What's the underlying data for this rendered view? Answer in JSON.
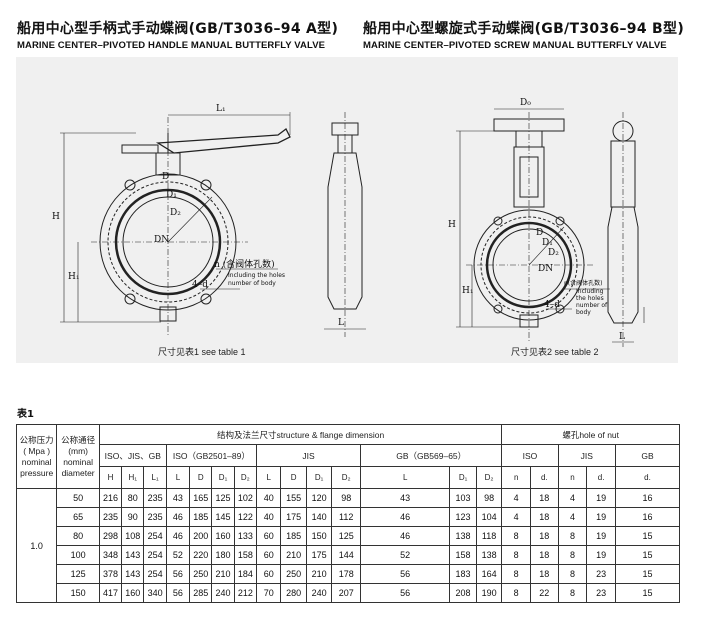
{
  "header_a": {
    "title_cn": "船用中心型手柄式手动蝶阀(GB/T3036–94 A型)",
    "title_en": "MARINE CENTER–PIVOTED HANDLE MANUAL BUTTERFLY VALVE"
  },
  "header_b": {
    "title_cn": "船用中心型螺旋式手动蝶阀(GB/T3036–94 B型)",
    "title_en": "MARINE CENTER–PIVOTED SCREW MANUAL BUTTERFLY VALVE"
  },
  "drawing": {
    "caption_1": "尺寸见表1 see table 1",
    "caption_2": "尺寸见表2 see table 2",
    "labels_a": {
      "L1": "L₁",
      "H": "H",
      "H1": "H₁",
      "D": "D",
      "D1": "D₁",
      "D2": "D₂",
      "DN": "DN",
      "n_note": "n (含阀体孔数)",
      "incl1": "Including the holes",
      "incl2": "number of body",
      "bolt": "4–d",
      "L": "L"
    },
    "labels_b": {
      "D0": "D₀",
      "H": "H",
      "H1": "H₁",
      "D": "D",
      "D1": "D₁",
      "D2": "D₂",
      "DN": "DN",
      "n_note": "n(含阀体孔数)",
      "incl1": "Including",
      "incl2": "the holes",
      "incl3": "number of",
      "incl4": "body",
      "bolt": "4–d",
      "L": "L"
    }
  },
  "table": {
    "label": "表1",
    "head": {
      "pressure": "公称压力",
      "pressure_unit": "( Mpa )",
      "pressure_en1": "nominal",
      "pressure_en2": "pressure",
      "dia": "公称通径",
      "dia_unit": "(mm)",
      "dia_en1": "nominal",
      "dia_en2": "diameter",
      "structure": "结构及法兰尺寸structure & flange dimension",
      "hole": "螺孔hole of nut",
      "iso_jis_gb": "ISO、JIS、GB",
      "iso_gb2501": "ISO（GB2501–89）",
      "jis": "JIS",
      "gb569": "GB（GB569–65）",
      "iso": "ISO",
      "jis2": "JIS",
      "gb": "GB",
      "cols": [
        "H",
        "H₁",
        "L₁",
        "L",
        "D",
        "D₁",
        "D₂",
        "L",
        "D",
        "D₁",
        "D₂",
        "L",
        "D₁",
        "D₂",
        "n",
        "d.",
        "n",
        "d.",
        "d."
      ]
    },
    "pressure_value": "1.0",
    "rows": [
      {
        "dn": "50",
        "v": [
          "216",
          "80",
          "235",
          "43",
          "165",
          "125",
          "102",
          "40",
          "155",
          "120",
          "98",
          "43",
          "103",
          "98",
          "4",
          "18",
          "4",
          "19",
          "16"
        ]
      },
      {
        "dn": "65",
        "v": [
          "235",
          "90",
          "235",
          "46",
          "185",
          "145",
          "122",
          "40",
          "175",
          "140",
          "112",
          "46",
          "123",
          "104",
          "4",
          "18",
          "4",
          "19",
          "16"
        ]
      },
      {
        "dn": "80",
        "v": [
          "298",
          "108",
          "254",
          "46",
          "200",
          "160",
          "133",
          "60",
          "185",
          "150",
          "125",
          "46",
          "138",
          "118",
          "8",
          "18",
          "8",
          "19",
          "15"
        ]
      },
      {
        "dn": "100",
        "v": [
          "348",
          "143",
          "254",
          "52",
          "220",
          "180",
          "158",
          "60",
          "210",
          "175",
          "144",
          "52",
          "158",
          "138",
          "8",
          "18",
          "8",
          "19",
          "15"
        ]
      },
      {
        "dn": "125",
        "v": [
          "378",
          "143",
          "254",
          "56",
          "250",
          "210",
          "184",
          "60",
          "250",
          "210",
          "178",
          "56",
          "183",
          "164",
          "8",
          "18",
          "8",
          "23",
          "15"
        ]
      },
      {
        "dn": "150",
        "v": [
          "417",
          "160",
          "340",
          "56",
          "285",
          "240",
          "212",
          "70",
          "280",
          "240",
          "207",
          "56",
          "208",
          "190",
          "8",
          "22",
          "8",
          "23",
          "15"
        ]
      }
    ]
  }
}
